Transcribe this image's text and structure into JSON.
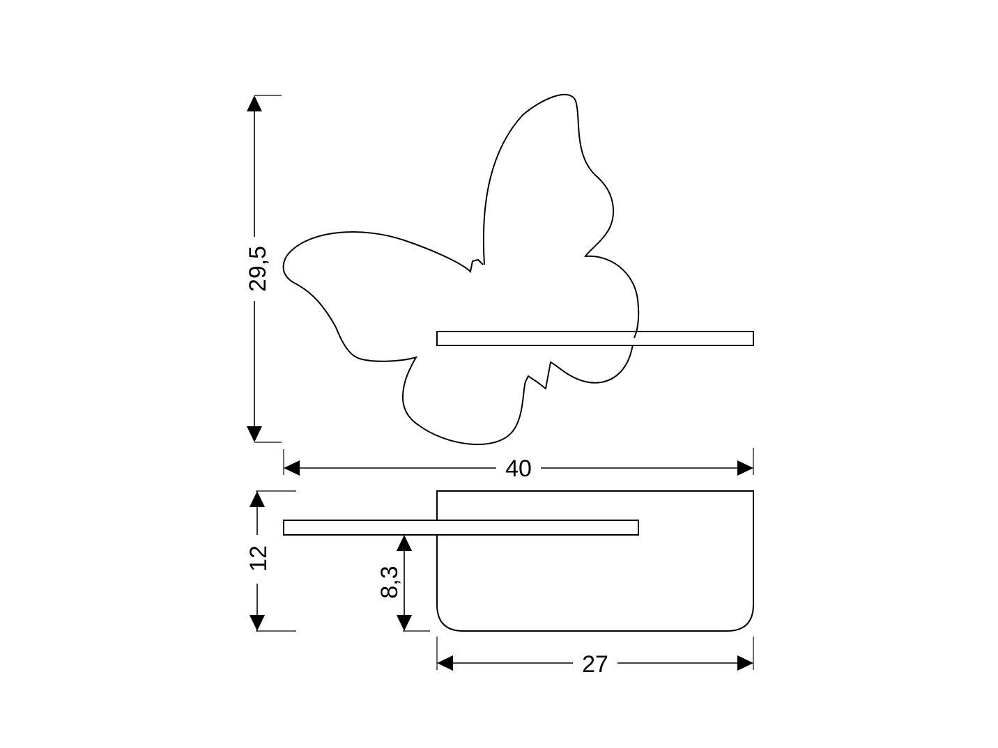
{
  "dimensions": {
    "total_height": "29,5",
    "total_width": "40",
    "depth": "12",
    "shelf_height": "8,3",
    "base_width": "27"
  },
  "colors": {
    "line": "#000000",
    "background": "#ffffff"
  }
}
